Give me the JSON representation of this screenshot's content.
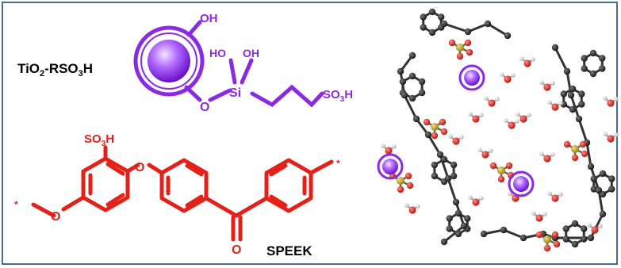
{
  "labels": {
    "tio2_main": "TiO",
    "tio2_sub2": "2",
    "tio2_rest": "-RSO",
    "tio2_sub3": "3",
    "tio2_h": "H",
    "oh_top": "OH",
    "ho_si": "HO",
    "oh_si": "OH",
    "si": "Si",
    "o_link": "O",
    "so3h_chain": "SO",
    "so3h_chain_sub": "3",
    "so3h_chain_h": "H",
    "so3h_ring": "SO",
    "so3h_ring_sub": "3",
    "so3h_ring_h": "H",
    "o_ether": "O",
    "o_left": "O",
    "o_carbonyl": "O",
    "star_left": "*",
    "star_right": "*",
    "speek": "SPEEK"
  },
  "colors": {
    "purple": "#8a2be2",
    "red": "#e32119",
    "frame": "#4a6b8a",
    "carbon": "#1a1a1a",
    "oxygen": "#e0221c",
    "sulfur": "#c9a227",
    "hydrogen": "#d8d8d8"
  }
}
